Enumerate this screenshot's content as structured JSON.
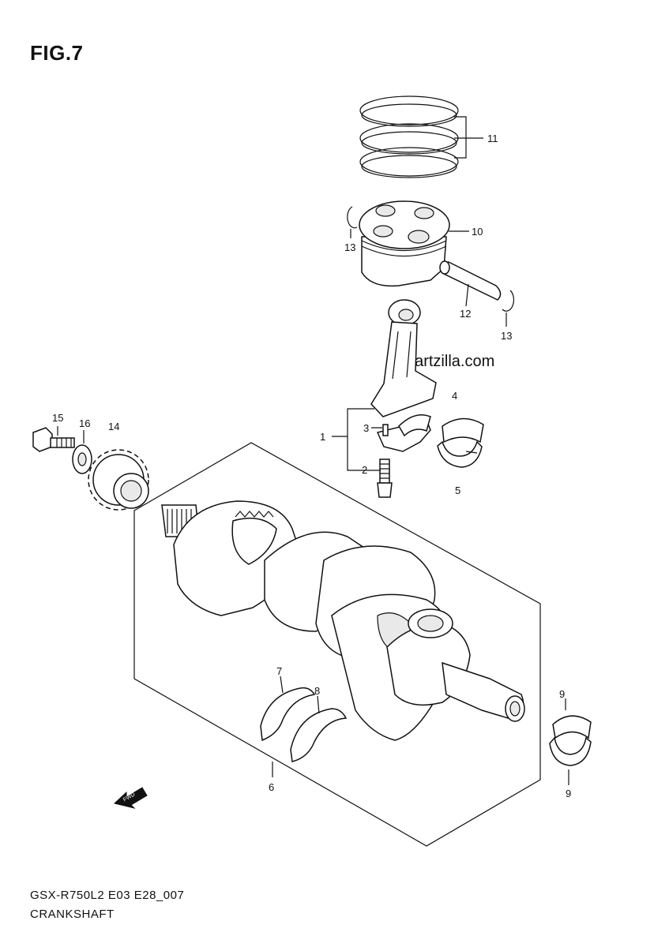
{
  "figure": {
    "title": "FIG.7",
    "model_code": "GSX-R750L2 E03 E28_007",
    "part_name": "CRANKSHAFT"
  },
  "watermark": {
    "symbol": "©",
    "text": "Partzilla.com"
  },
  "fwd_marker": "FWD",
  "callouts": {
    "c1": "1",
    "c2": "2",
    "c3": "3",
    "c4": "4",
    "c5": "5",
    "c6": "6",
    "c7": "7",
    "c8": "8",
    "c9a": "9",
    "c9b": "9",
    "c10": "10",
    "c11": "11",
    "c12": "12",
    "c13a": "13",
    "c13b": "13",
    "c14": "14",
    "c15": "15",
    "c16": "16"
  }
}
